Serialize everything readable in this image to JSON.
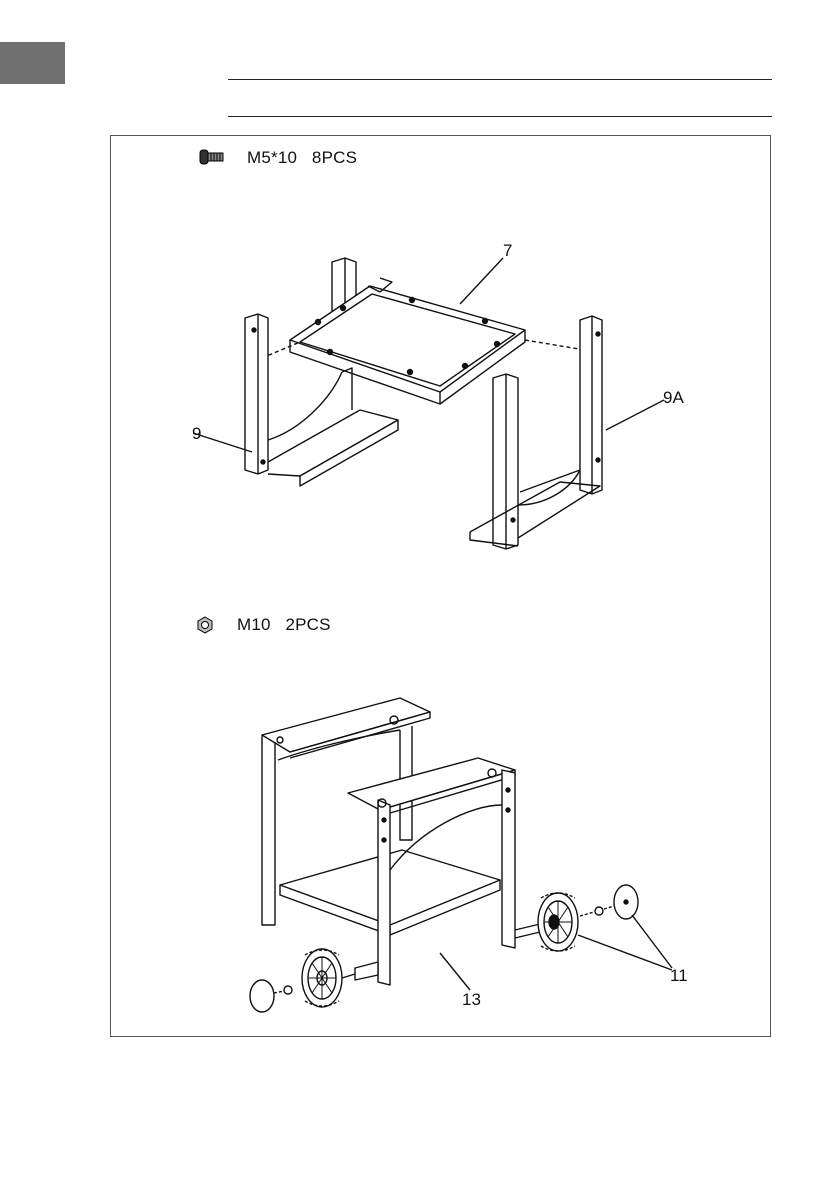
{
  "page": {
    "accent_tab_color": "#707070",
    "line_color": "#222222"
  },
  "step1": {
    "hardware_icon": "bolt-icon",
    "hardware_text": "M5*10   8PCS",
    "labels": {
      "part7": "7",
      "part9": "9",
      "part9a": "9A"
    }
  },
  "step2": {
    "hardware_icon": "nut-icon",
    "hardware_text": "M10   2PCS",
    "labels": {
      "part11": "11",
      "part13": "13"
    }
  }
}
